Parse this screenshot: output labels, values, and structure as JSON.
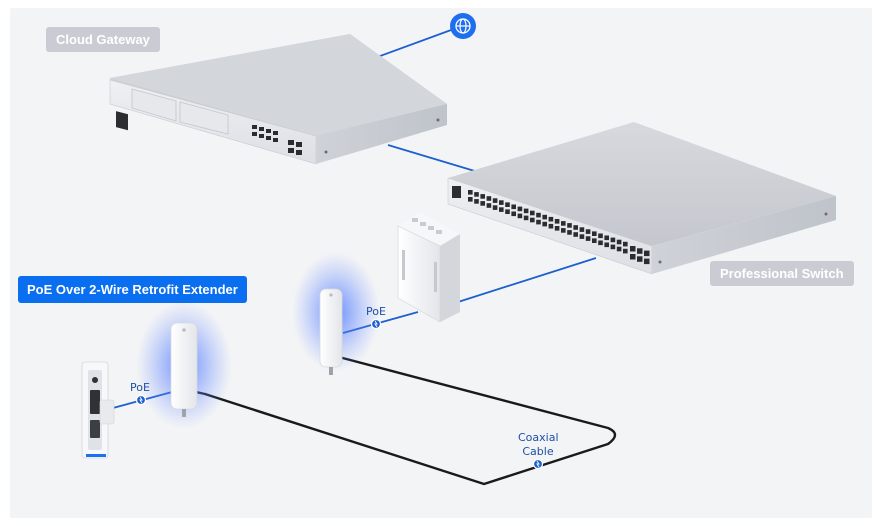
{
  "labels": {
    "cloud_gateway": "Cloud Gateway",
    "professional_switch": "Professional Switch",
    "extender": "PoE Over 2-Wire Retrofit Extender"
  },
  "connections": {
    "poe_left": "PoE",
    "poe_right": "PoE",
    "coaxial_line1": "Coaxial",
    "coaxial_line2": "Cable"
  },
  "icons": {
    "internet": "globe-icon"
  },
  "colors": {
    "link_blue": "#1e5fcf",
    "accent_blue": "#0a6ef0",
    "glow": "#3b6cff",
    "cable_black": "#1a1a1a",
    "tag_gray": "#c9ccd2"
  }
}
